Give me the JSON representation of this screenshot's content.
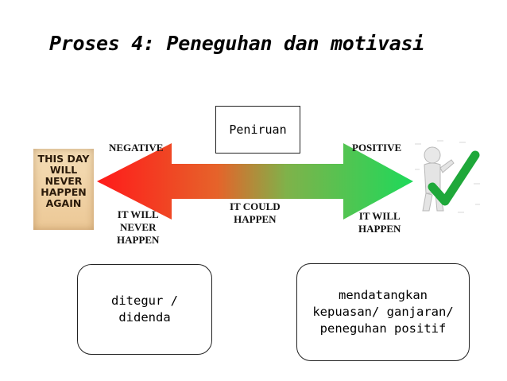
{
  "title": "Proses 4: Peneguhan dan motivasi",
  "center_box": "Peniruan",
  "arrow_labels": {
    "negative": "NEGATIVE",
    "positive": "POSITIVE",
    "never": "IT WILL\nNEVER\nHAPPEN",
    "could": "IT COULD\nHAPPEN",
    "will": "IT WILL\nHAPPEN"
  },
  "poster_text": "THIS DAY\nWILL\nNEVER\nHAPPEN\nAGAIN",
  "left_bubble": "ditegur /\ndidenda",
  "right_bubble": "mendatangkan\nkepuasan/ ganjaran/\npeneguhan positif",
  "colors": {
    "red": "#ff1a1a",
    "green": "#1ed95a",
    "check": "#1fa83a"
  }
}
